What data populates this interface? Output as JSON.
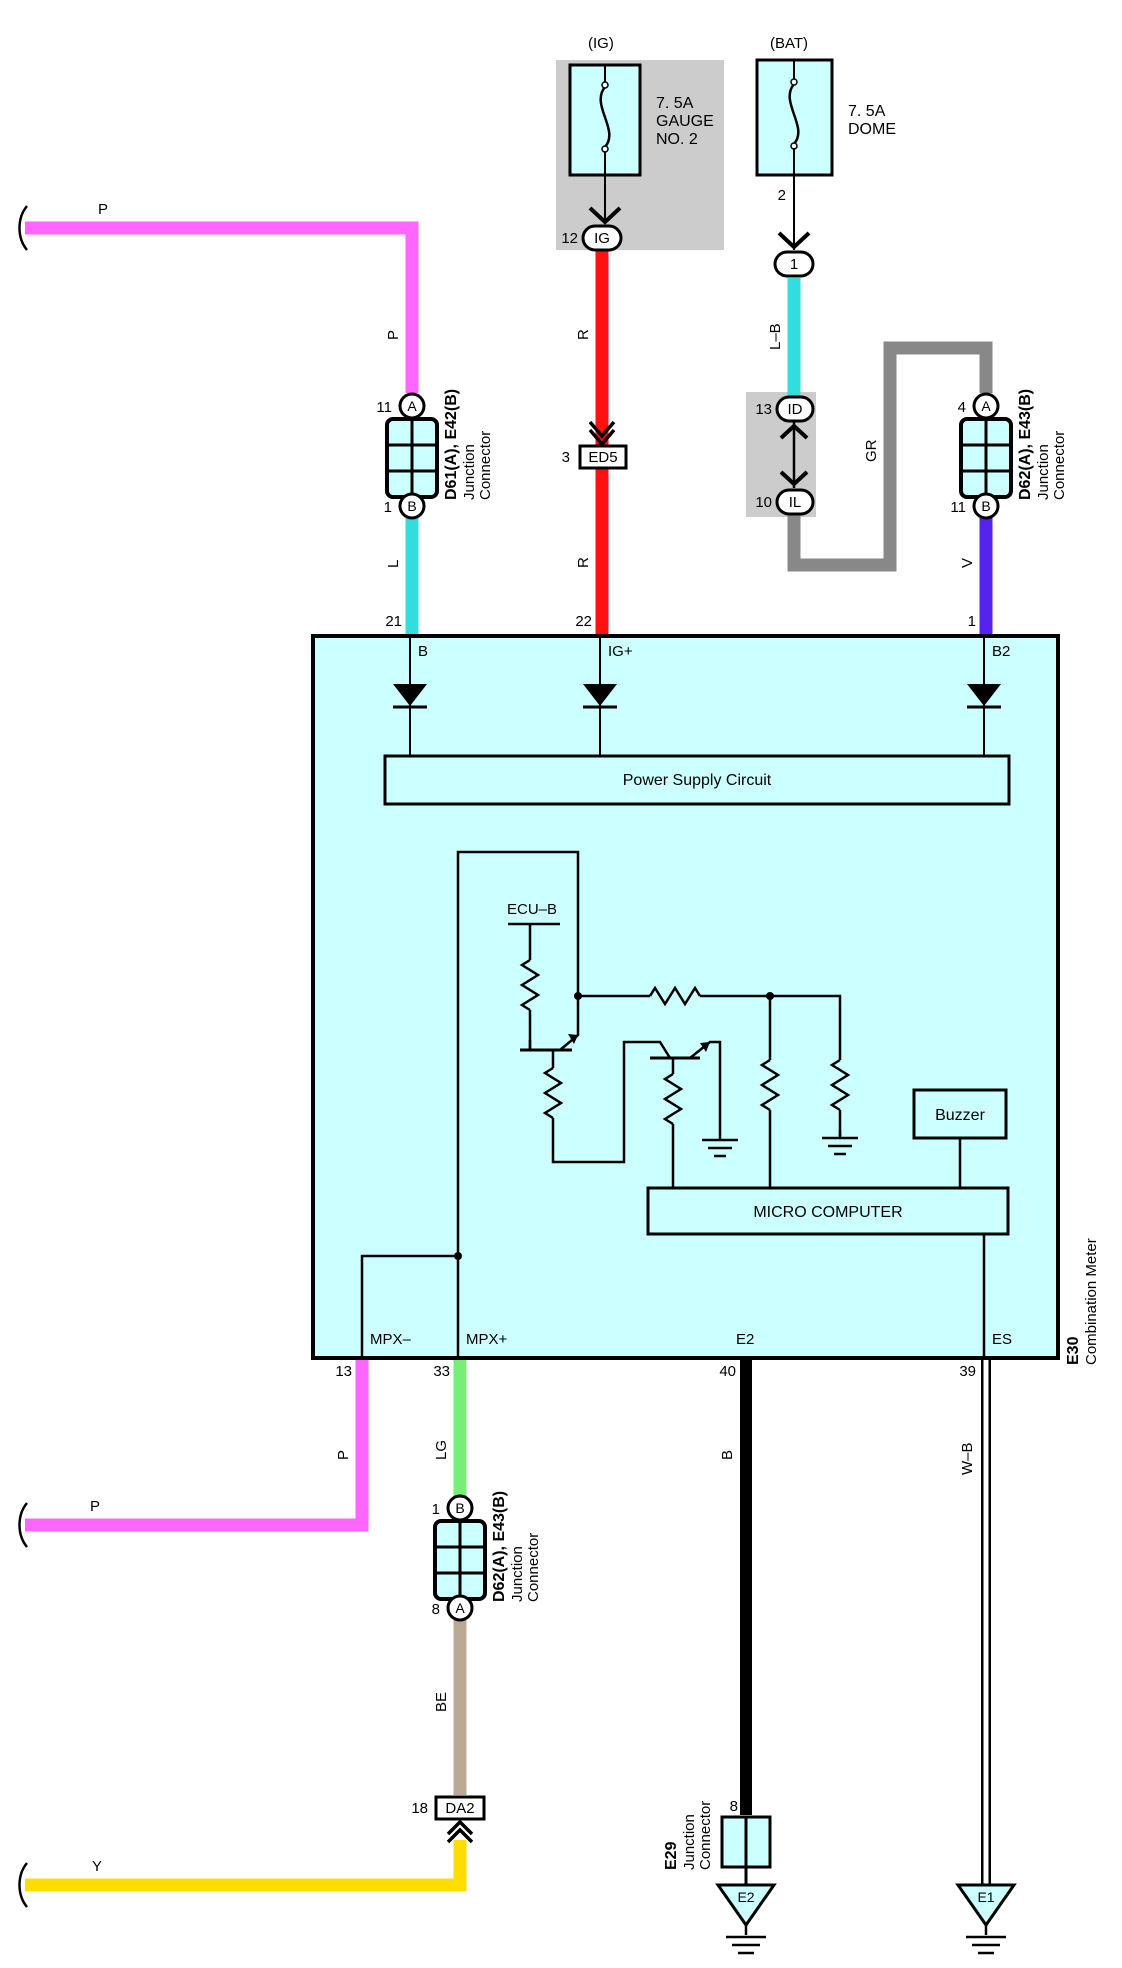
{
  "colors": {
    "pink": "#ff66ff",
    "red": "#ff1111",
    "light_blue": "#33dddd",
    "violet": "#5522ee",
    "gray": "#888888",
    "light_green": "#77ee77",
    "beige": "#bba996",
    "black": "#000000",
    "yellow": "#ffdd00",
    "component_fill": "#ccffff",
    "shade": "#cccccc"
  },
  "supplies": {
    "ig": {
      "label": "(IG)",
      "fuse_amp": "7. 5A",
      "fuse_name_1": "GAUGE",
      "fuse_name_2": "NO. 2",
      "pin": "12",
      "terminal": "IG"
    },
    "bat": {
      "label": "(BAT)",
      "fuse_amp": "7. 5A",
      "fuse_name": "DOME",
      "pin_out": "2",
      "pin": "1"
    }
  },
  "inline": {
    "ed5": {
      "pin": "3",
      "label": "ED5"
    },
    "id_il": {
      "id_pin": "13",
      "id_label": "ID",
      "il_pin": "10",
      "il_label": "IL"
    },
    "da2": {
      "pin": "18",
      "label": "DA2"
    }
  },
  "junctions": {
    "left": {
      "pin_a": "11",
      "a": "A",
      "pin_b": "1",
      "b": "B",
      "code": "D61(A), E42(B)",
      "line1": "Junction",
      "line2": "Connector"
    },
    "right": {
      "pin_a": "4",
      "a": "A",
      "pin_b": "11",
      "b": "B",
      "code": "D62(A), E43(B)",
      "line1": "Junction",
      "line2": "Connector"
    },
    "bottom": {
      "pin_b": "1",
      "b": "B",
      "pin_a": "8",
      "a": "A",
      "code": "D62(A), E43(B)",
      "line1": "Junction",
      "line2": "Connector"
    },
    "e29": {
      "pin": "8",
      "code": "E29",
      "line1": "Junction",
      "line2": "Connector"
    }
  },
  "wires": {
    "top_p": "P",
    "top_p_v": "P",
    "l": "L",
    "r_upper": "R",
    "r_lower": "R",
    "lb": "L–B",
    "gr": "GR",
    "v": "V",
    "bottom_p": "P",
    "bottom_p_v": "P",
    "lg": "LG",
    "be": "BE",
    "y": "Y",
    "b": "B",
    "wb": "W–B"
  },
  "meter": {
    "code": "E30",
    "name": "Combination Meter",
    "top_pins": [
      {
        "pin": "21",
        "terminal": "B"
      },
      {
        "pin": "22",
        "terminal": "IG+"
      },
      {
        "pin": "1",
        "terminal": "B2"
      }
    ],
    "bottom_pins": [
      {
        "pin": "13",
        "terminal": "MPX–"
      },
      {
        "pin": "33",
        "terminal": "MPX+"
      },
      {
        "pin": "40",
        "terminal": "E2"
      },
      {
        "pin": "39",
        "terminal": "ES"
      }
    ],
    "power_supply": "Power Supply Circuit",
    "micro": "MICRO COMPUTER",
    "buzzer": "Buzzer",
    "ecu_b": "ECU–B"
  },
  "grounds": {
    "e2": "E2",
    "e1": "E1"
  }
}
